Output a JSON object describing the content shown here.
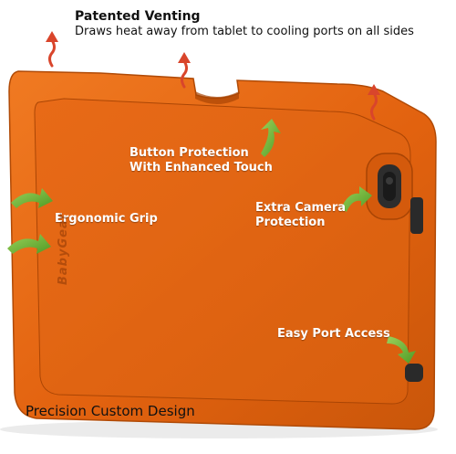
{
  "colors": {
    "case_orange": "#ea6b13",
    "case_orange_dark": "#b84d06",
    "arrow_green": "#6fb23a",
    "vent_arrow_red": "#d9452b",
    "background": "#ffffff"
  },
  "labels": {
    "venting_heading": "Patented Venting",
    "venting_desc": "Draws heat away from tablet to cooling ports on all sides",
    "button_protection": [
      "Button Protection",
      "With Enhanced Touch"
    ],
    "ergonomic_grip": "Ergonomic Grip",
    "camera_protection": [
      "Extra Camera",
      "Protection"
    ],
    "port_access": "Easy Port Access",
    "custom_design": "Precision Custom Design",
    "brand_embossed": "BabyGear"
  },
  "icons": [
    "heat-wave-arrow-icon",
    "curved-green-arrow-icon"
  ]
}
